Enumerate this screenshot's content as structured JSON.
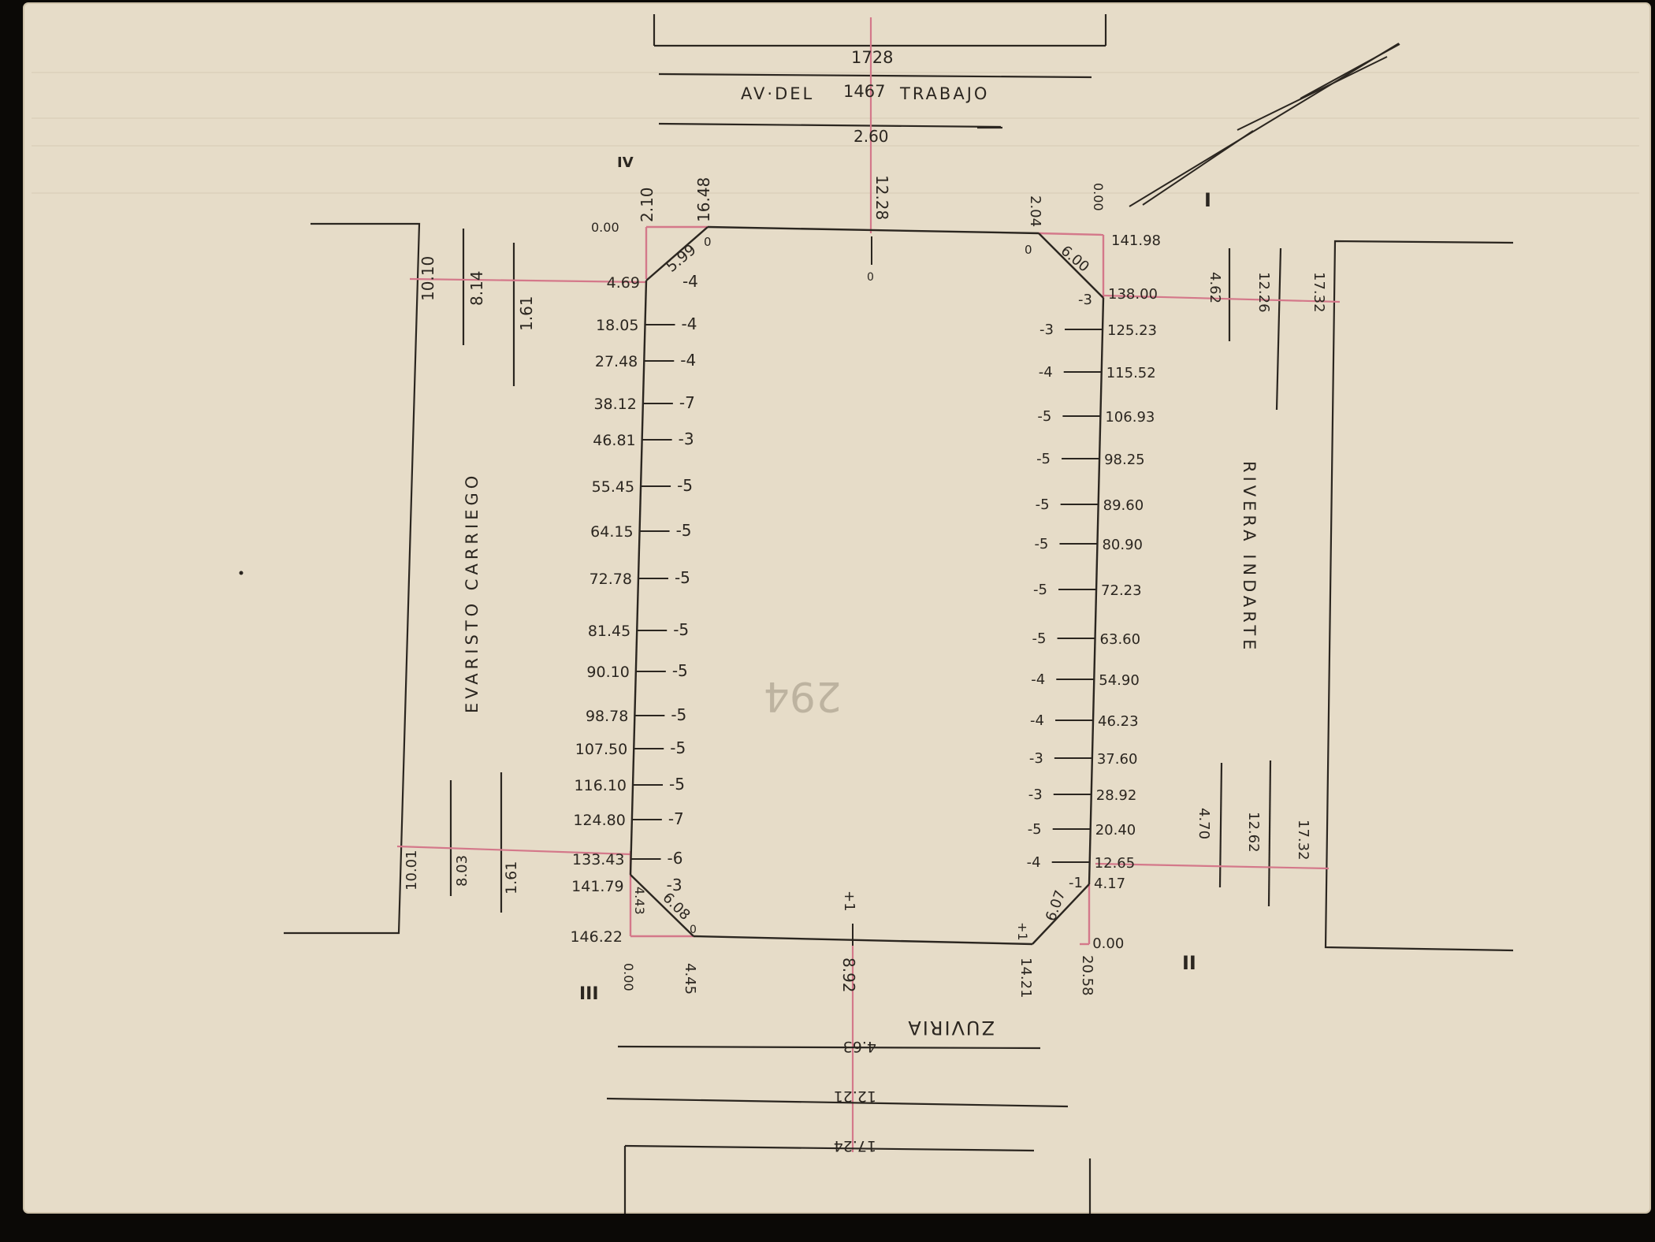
{
  "colors": {
    "paper": "#e6dcc8",
    "paper_edge": "#cfc3aa",
    "ink": "#2b2620",
    "red_line": "#d4788a",
    "background": "#0b0906"
  },
  "sheet_number": "294",
  "streets": {
    "top": {
      "name": "AV·DEL",
      "name2": "TRABAJO",
      "number": "1467",
      "widths": [
        "1728",
        "2.60"
      ]
    },
    "bottom": {
      "name": "ZUVIRIA",
      "widths": [
        "4.63",
        "12.21",
        "17.24"
      ]
    },
    "left": {
      "name": "EVARISTO CARRIEGO",
      "widths_top": [
        "10.10",
        "8.14",
        "1.61"
      ],
      "widths_bottom": [
        "10.01",
        "8.03",
        "1.61"
      ]
    },
    "right": {
      "name": "RIVERA INDARTE",
      "widths_top": [
        "4.62",
        "12.26",
        "17.32"
      ],
      "widths_bottom": [
        "4.70",
        "12.62",
        "17.32"
      ]
    }
  },
  "corners": {
    "I": "I",
    "II": "II",
    "III": "III",
    "IV": "IV"
  },
  "top_edge": {
    "marks": [
      "0.00",
      "2.10",
      "16.48",
      "12.28",
      "2.04",
      "0.00"
    ],
    "bevel_left": "5.99",
    "bevel_right": "6.00",
    "zero_left": "0",
    "zero_right": "0",
    "center_zero": "0"
  },
  "bottom_edge": {
    "marks": [
      "0.00",
      "4.45",
      "8.92",
      "14.21",
      "20.58"
    ],
    "bevel_left": "6.08",
    "bevel_right": "6.07",
    "side_left": "4.43",
    "zero_left": "0",
    "center_level": "+1",
    "right_level": "+1"
  },
  "left_offsets": [
    {
      "dist": "4.69",
      "level": "-4"
    },
    {
      "dist": "18.05",
      "level": "-4"
    },
    {
      "dist": "27.48",
      "level": "-4"
    },
    {
      "dist": "38.12",
      "level": "-7"
    },
    {
      "dist": "46.81",
      "level": "-3"
    },
    {
      "dist": "55.45",
      "level": "-5"
    },
    {
      "dist": "64.15",
      "level": "-5"
    },
    {
      "dist": "72.78",
      "level": "-5"
    },
    {
      "dist": "81.45",
      "level": "-5"
    },
    {
      "dist": "90.10",
      "level": "-5"
    },
    {
      "dist": "98.78",
      "level": "-5"
    },
    {
      "dist": "107.50",
      "level": "-5"
    },
    {
      "dist": "116.10",
      "level": "-5"
    },
    {
      "dist": "124.80",
      "level": "-7"
    },
    {
      "dist": "133.43",
      "level": "-6"
    },
    {
      "dist": "141.79",
      "level": "-3"
    },
    {
      "dist": "146.22",
      "level": ""
    }
  ],
  "right_offsets": [
    {
      "dist": "141.98",
      "level": ""
    },
    {
      "dist": "138.00",
      "level": "-3"
    },
    {
      "dist": "125.23",
      "level": "-3"
    },
    {
      "dist": "115.52",
      "level": "-4"
    },
    {
      "dist": "106.93",
      "level": "-5"
    },
    {
      "dist": "98.25",
      "level": "-5"
    },
    {
      "dist": "89.60",
      "level": "-5"
    },
    {
      "dist": "80.90",
      "level": "-5"
    },
    {
      "dist": "72.23",
      "level": "-5"
    },
    {
      "dist": "63.60",
      "level": "-5"
    },
    {
      "dist": "54.90",
      "level": "-4"
    },
    {
      "dist": "46.23",
      "level": "-4"
    },
    {
      "dist": "37.60",
      "level": "-3"
    },
    {
      "dist": "28.92",
      "level": "-3"
    },
    {
      "dist": "20.40",
      "level": "-5"
    },
    {
      "dist": "12.65",
      "level": "-4"
    },
    {
      "dist": "4.17",
      "level": "-1"
    },
    {
      "dist": "0.00",
      "level": ""
    }
  ]
}
